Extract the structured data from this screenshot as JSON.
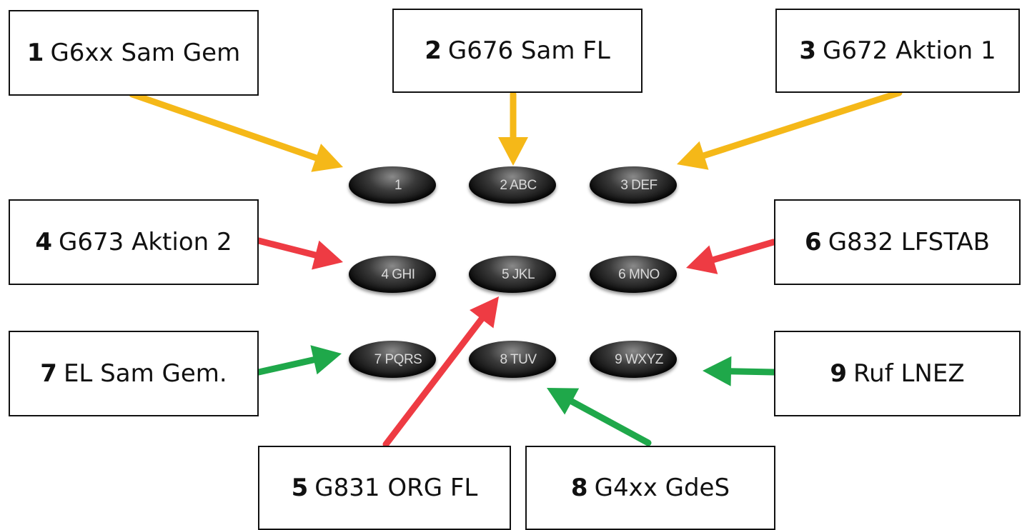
{
  "keys": [
    {
      "label": "1"
    },
    {
      "label": "2 ABC"
    },
    {
      "label": "3 DEF"
    },
    {
      "label": "4 GHI"
    },
    {
      "label": "5 JKL"
    },
    {
      "label": "6 MNO"
    },
    {
      "label": "7 PQRS"
    },
    {
      "label": "8 TUV"
    },
    {
      "label": "9 WXYZ"
    }
  ],
  "boxes": [
    {
      "num": "1",
      "text": "G6xx Sam Gem"
    },
    {
      "num": "2",
      "text": "G676 Sam FL"
    },
    {
      "num": "3",
      "text": "G672 Aktion 1"
    },
    {
      "num": "4",
      "text": "G673 Aktion 2"
    },
    {
      "num": "6",
      "text": "G832 LFSTAB"
    },
    {
      "num": "7",
      "text": "EL Sam Gem."
    },
    {
      "num": "9",
      "text": "Ruf LNEZ"
    },
    {
      "num": "5",
      "text": "G831 ORG FL"
    },
    {
      "num": "8",
      "text": "G4xx GdeS"
    }
  ],
  "colors": {
    "yellow": "#f5b818",
    "red": "#ee3b43",
    "green": "#1fa84a"
  }
}
